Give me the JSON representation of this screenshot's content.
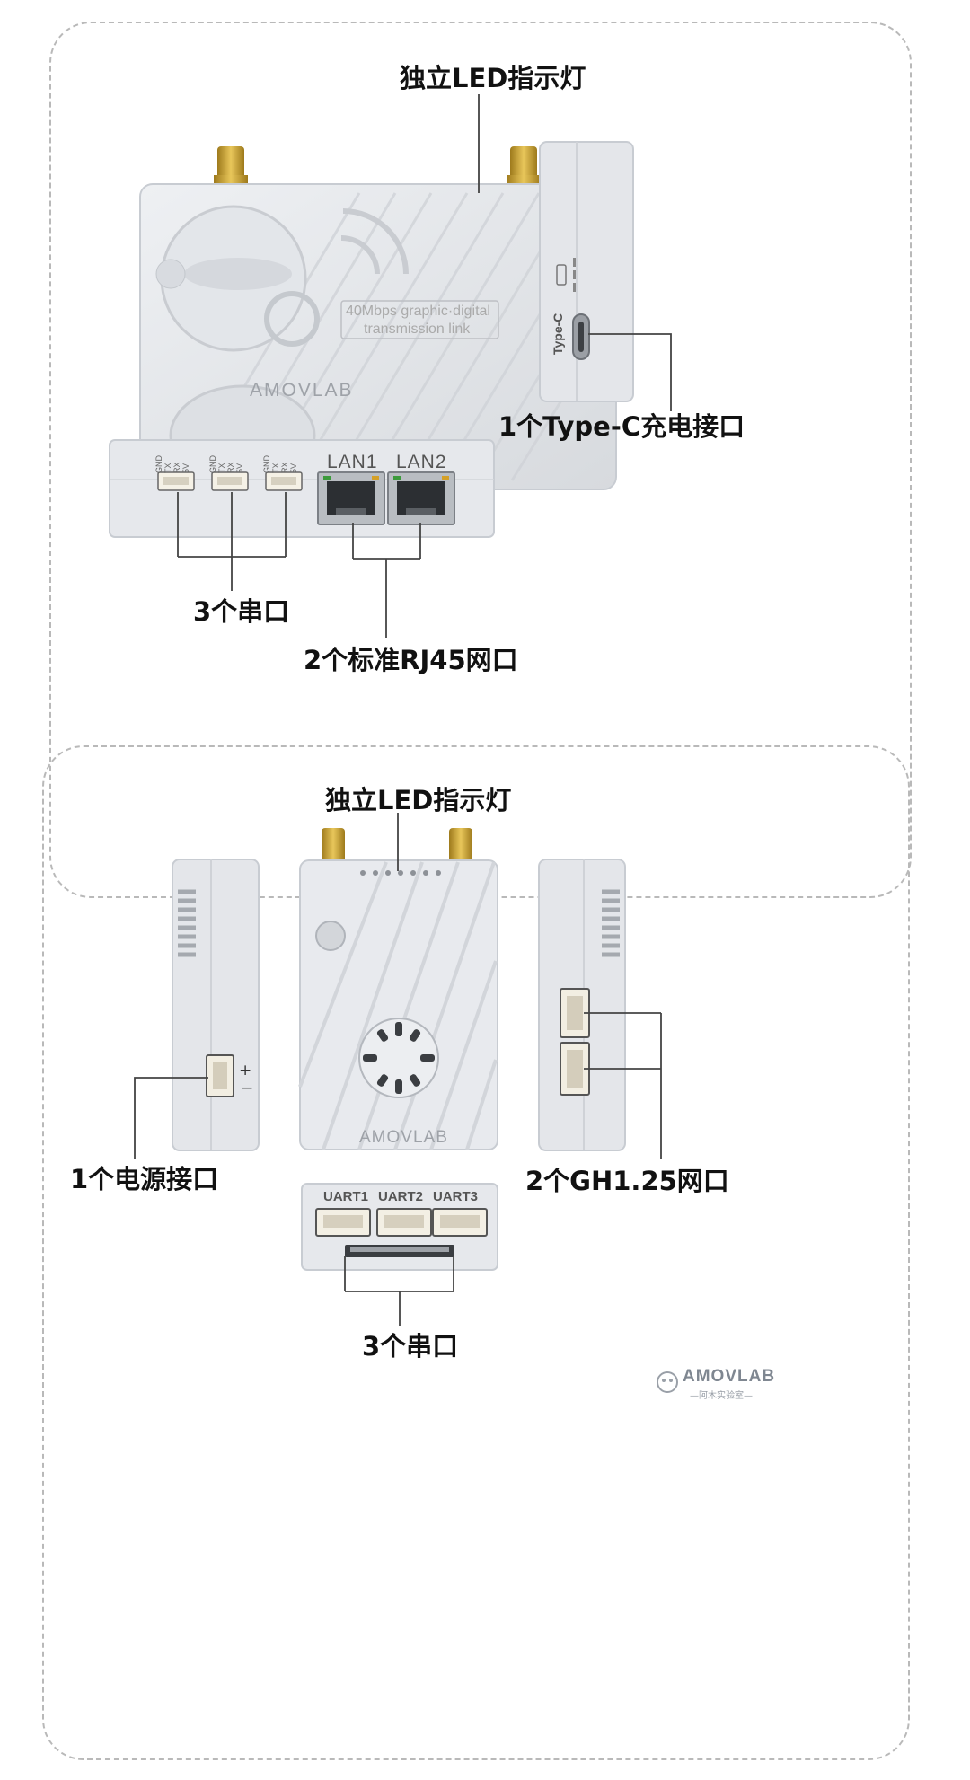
{
  "panel_top": {
    "device_top": {
      "speed_line1": "40Mbps  graphic·digital",
      "speed_line2": "transmission  link",
      "brand": "AMOVLAB"
    },
    "front": {
      "pin_labels": [
        "GND",
        "TX",
        "RX",
        "5V"
      ],
      "lan_ports": [
        "LAN1",
        "LAN2"
      ]
    },
    "side": {
      "typec_marking": "Type-C"
    },
    "callouts": {
      "led": "独立LED指示灯",
      "typec": "1个Type-C充电接口",
      "serial": "3个串口",
      "rj45": "2个标准RJ45网口"
    }
  },
  "panel_bottom": {
    "device_front": {
      "brand": "AMOVLAB"
    },
    "power_marks": [
      "+",
      "−"
    ],
    "uart_ports": [
      "UART1",
      "UART2",
      "UART3"
    ],
    "callouts": {
      "led": "独立LED指示灯",
      "power": "1个电源接口",
      "gh": "2个GH1.25网口",
      "serial": "3个串口"
    }
  },
  "watermark": {
    "brand": "AMOVLAB",
    "tagline": "—阿木实验室—"
  },
  "colors": {
    "metal_light": "#e6e8ec",
    "metal_shadow": "#cfd2d8",
    "antenna_gold": "#c9a233",
    "callout_line": "#444444",
    "panel_border": "#b9b9b9"
  }
}
